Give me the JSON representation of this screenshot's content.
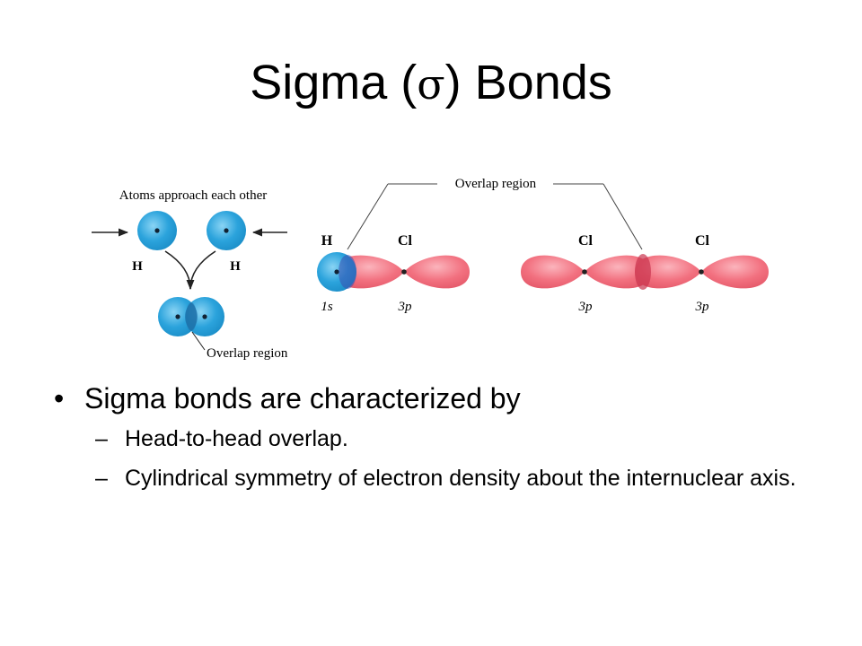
{
  "title": {
    "prefix": "Sigma (",
    "symbol": "σ",
    "suffix": ") Bonds"
  },
  "diagram": {
    "left_panel": {
      "caption_top": "Atoms approach each other",
      "atom_left_label": "H",
      "atom_right_label": "H",
      "caption_bottom": "Overlap region"
    },
    "right_panel": {
      "overlap_label": "Overlap region",
      "hcl": {
        "atom1": "H",
        "atom2": "Cl",
        "orbital1": "1s",
        "orbital2": "3p"
      },
      "cl2": {
        "atom1": "Cl",
        "atom2": "Cl",
        "orbital1": "3p",
        "orbital2": "3p"
      }
    },
    "colors": {
      "s_orbital": "#2ba3dc",
      "p_orbital": "#f2707f",
      "overlap": "#b0468a"
    }
  },
  "bullets": [
    {
      "symbol": "•",
      "text": "Sigma bonds are characterized by",
      "subitems": [
        {
          "symbol": "–",
          "text": "Head-to-head overlap."
        },
        {
          "symbol": "–",
          "text": "Cylindrical symmetry of electron density about the internuclear axis."
        }
      ]
    }
  ]
}
